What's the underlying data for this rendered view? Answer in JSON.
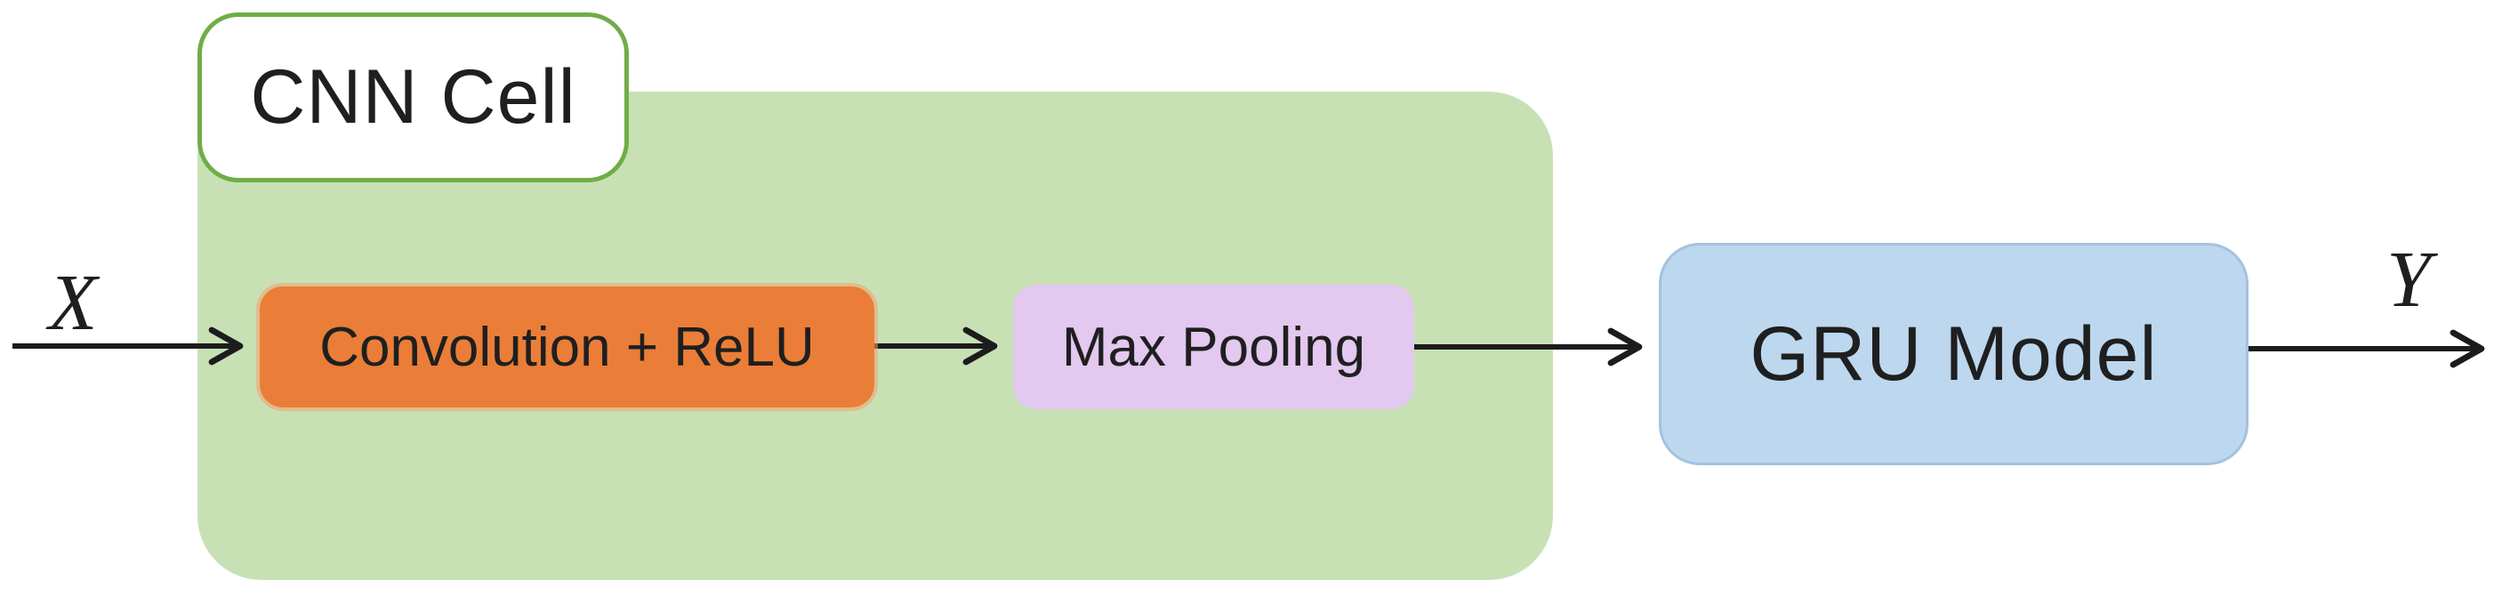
{
  "diagram": {
    "title_semantic": "CNN-GRU model architecture",
    "input_label": "X",
    "output_label": "Y",
    "cnn_cell": {
      "label": "CNN Cell"
    },
    "nodes": {
      "conv": {
        "label": "Convolution + ReLU"
      },
      "pool": {
        "label": "Max Pooling"
      },
      "gru": {
        "label": "GRU Model"
      }
    },
    "flow": [
      "X",
      "Convolution + ReLU",
      "Max Pooling",
      "GRU Model",
      "Y"
    ]
  },
  "colors": {
    "background": "#ffffff",
    "cnn_container_fill": "#c7e1b5",
    "cnn_label_fill": "#ffffff",
    "cnn_label_border": "#70ad47",
    "conv_fill": "#ea7e38",
    "pool_fill": "#e3c8f0",
    "gru_fill": "#bdd7ee",
    "gru_border": "#a3c2de",
    "arrow": "#1c1c1c",
    "text": "#1f1f1f"
  }
}
